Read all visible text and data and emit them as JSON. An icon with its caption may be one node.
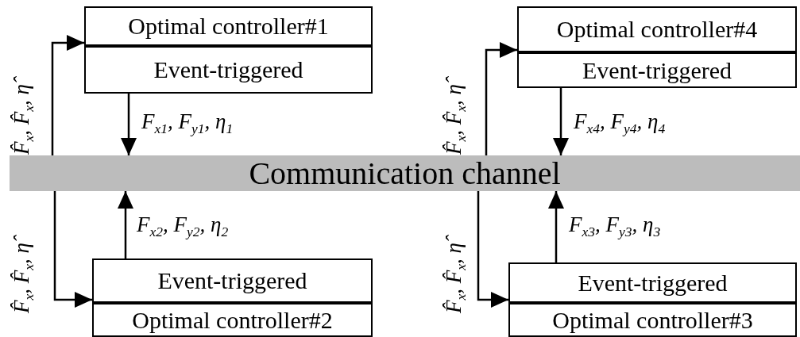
{
  "diagram": {
    "nodes": [
      {
        "text": [
          "Optimal controller#1",
          "Event-triggered"
        ]
      },
      {
        "text": [
          "Optimal controller#4",
          "Event-triggered"
        ]
      },
      {
        "text": [
          "Communication channel"
        ]
      },
      {
        "text": [
          "Event-triggered",
          "Optimal controller#2"
        ]
      },
      {
        "text": [
          "Event-triggered",
          "Optimal controller#3"
        ]
      }
    ],
    "edges": [
      {
        "from": 0,
        "to": 2,
        "arrow": "to",
        "label": "F$_{x1}$, F$_{y1}$, η$_{1}$"
      },
      {
        "from": 1,
        "to": 2,
        "arrow": "to",
        "label": "F$_{x4}$, F$_{y4}$, η$_{4}$"
      },
      {
        "from": 3,
        "to": 2,
        "arrow": "to",
        "label": "F$_{x2}$, F$_{y2}$, η$_{2}$"
      },
      {
        "from": 4,
        "to": 2,
        "arrow": "to",
        "label": "F$_{x3}$, F$_{y3}$, η$_{3}$"
      },
      {
        "from": 2,
        "to": 0,
        "arrow": "to",
        "label": "F̂$_{x}$, F̂$_{x}$, η̂"
      },
      {
        "from": 2,
        "to": 1,
        "arrow": "to",
        "label": "F̂$_{x}$, F̂$_{x}$, η̂"
      },
      {
        "from": 2,
        "to": 3,
        "arrow": "to",
        "label": "F̂$_{x}$, F̂$_{x}$, η̂"
      },
      {
        "from": 2,
        "to": 4,
        "arrow": "to",
        "label": "F̂$_{x}$, F̂$_{x}$, η̂"
      }
    ]
  }
}
